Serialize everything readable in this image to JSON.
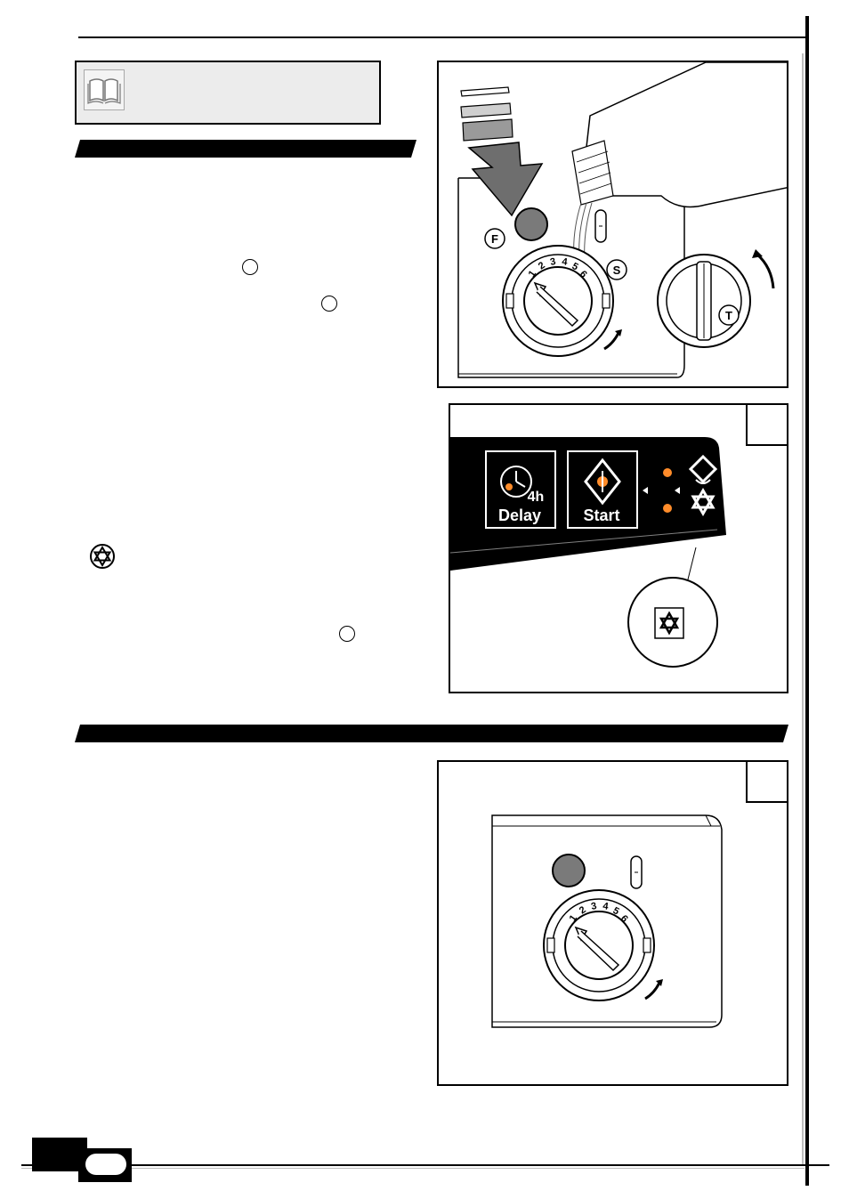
{
  "figure_2": {
    "delay_label": "Delay",
    "delay_hours": "4h",
    "start_label": "Start"
  },
  "figure_1": {
    "label_f": "F",
    "label_s": "S",
    "label_t": "T",
    "dial_numbers": [
      "1",
      "2",
      "3",
      "4",
      "5",
      "6"
    ]
  },
  "figure_3": {
    "dial_numbers": [
      "1",
      "2",
      "3",
      "4",
      "5",
      "6"
    ]
  },
  "icons": {
    "book": "book-icon",
    "star": "star-of-david-icon",
    "rinse": "rinse-aid-icon"
  },
  "colors": {
    "indicator_orange": "#ff8c2a",
    "panel_black": "#000000",
    "note_bg": "#ececec"
  }
}
